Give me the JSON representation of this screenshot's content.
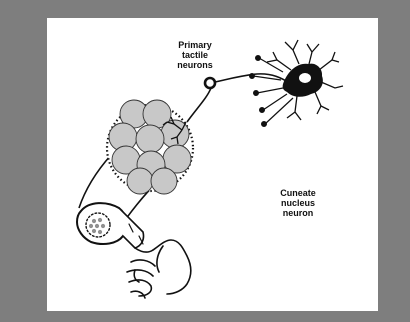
{
  "labels": {
    "primary_tactile_neurons": [
      "Primary",
      "tactile",
      "neurons"
    ],
    "cuneate_nucleus_neuron": [
      "Cuneate",
      "nucleus",
      "neuron"
    ]
  },
  "colors": {
    "background": "#7e7e7e",
    "panel": "#ffffff",
    "ink": "#111111",
    "cell_fill": "#c8c8c8",
    "receptor_dots": "#909090"
  },
  "icons": {
    "cuneate_neuron": "neuron-star-icon",
    "ganglion_body": "ring-icon",
    "fingertip": "hand-icon"
  }
}
